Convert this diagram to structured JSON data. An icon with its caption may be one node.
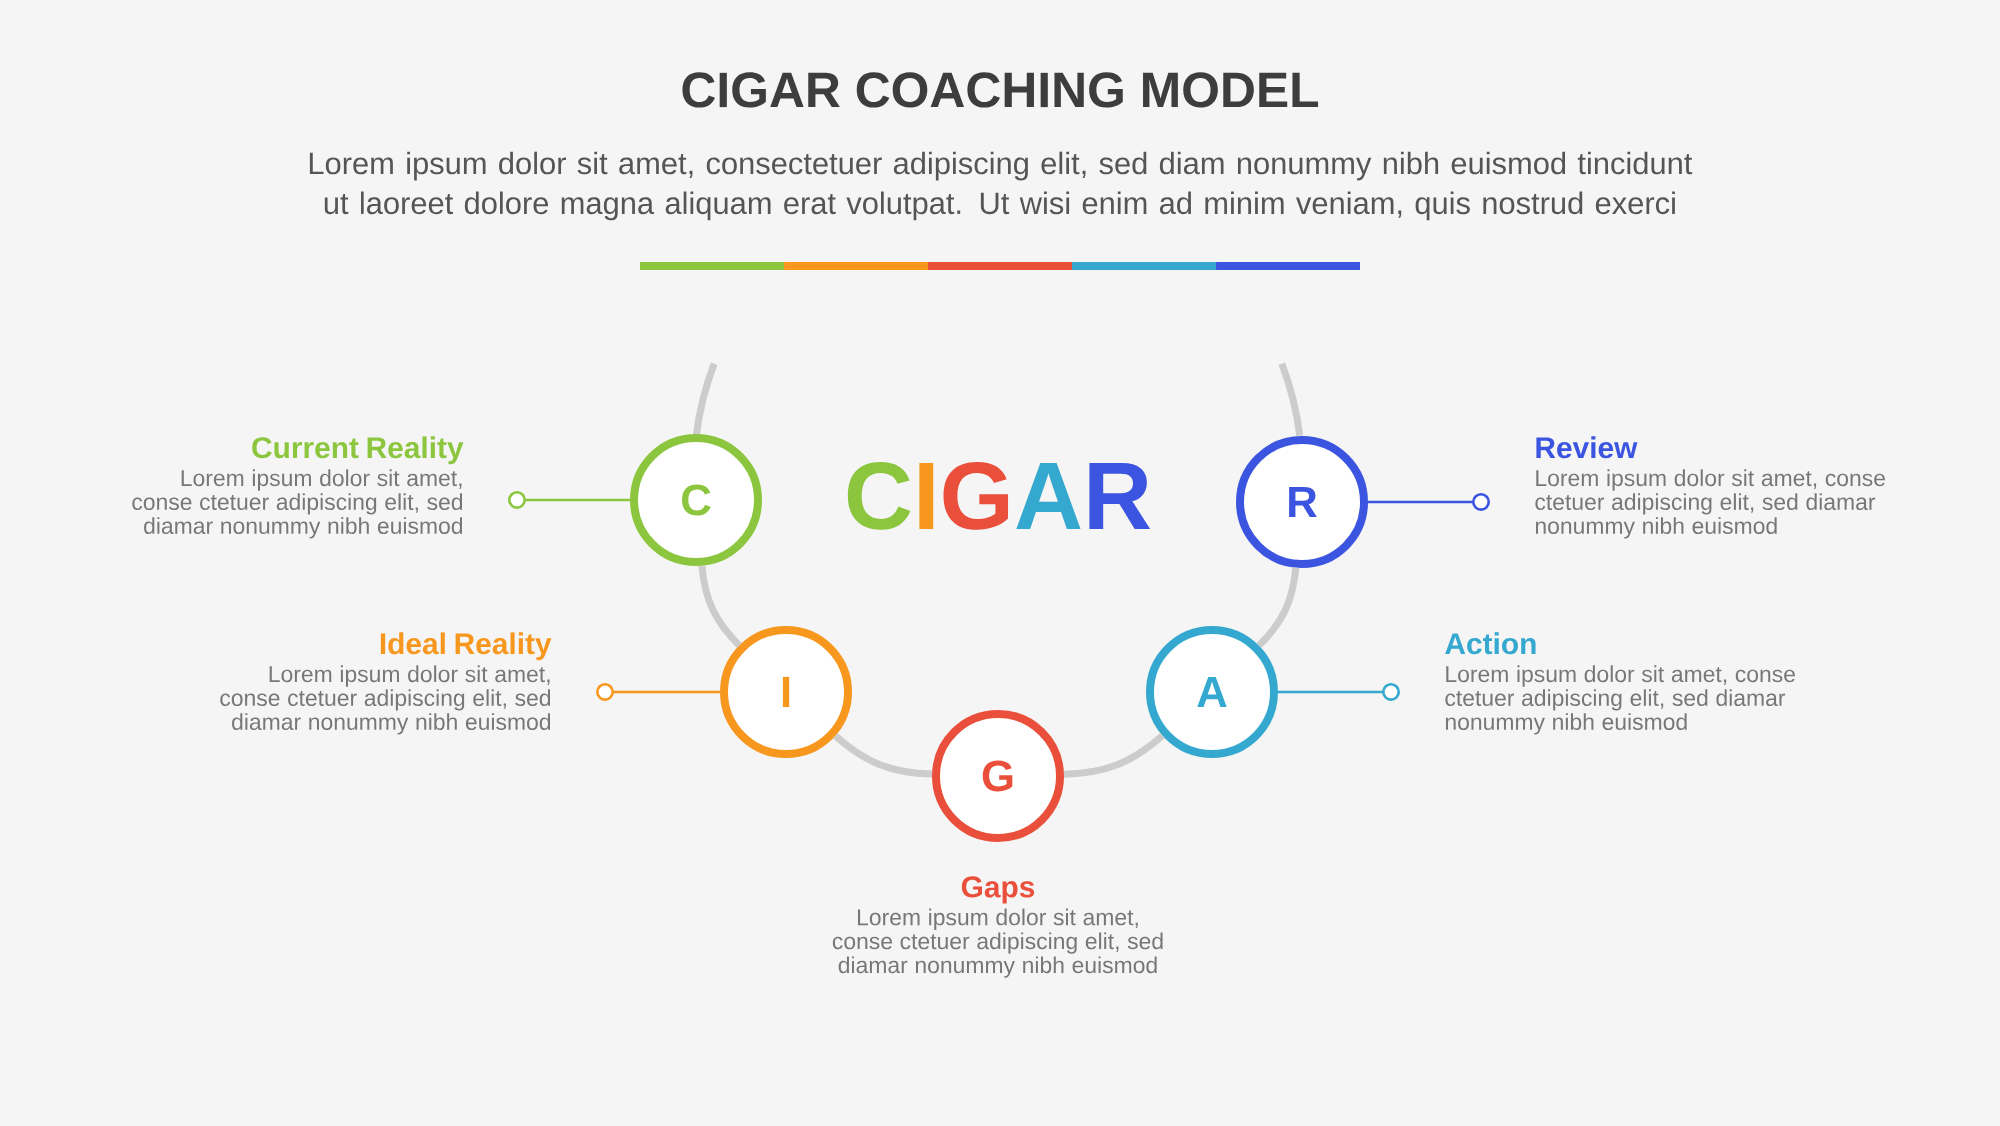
{
  "diagram": {
    "title": "CIGAR COACHING MODEL",
    "nodes": [
      {
        "text": [
          "C"
        ]
      },
      {
        "text": [
          "Current Reality",
          "Lorem ipsum dolor sit amet, conse ctetuer adipiscing elit, sed diamar nonummy nibh euismod"
        ]
      },
      {
        "text": [
          "I"
        ]
      },
      {
        "text": [
          "Ideal Reality",
          "Lorem ipsum dolor sit amet, conse ctetuer adipiscing elit, sed diamar nonummy nibh euismod"
        ]
      },
      {
        "text": [
          "G"
        ],
        "beside": [
          "Gaps",
          "Lorem ipsum dolor sit amet, conse ctetuer adipiscing elit, sed diamar nonummy nibh euismod"
        ]
      },
      {
        "text": [
          "A"
        ]
      },
      {
        "text": [
          "Action",
          "Lorem ipsum dolor sit amet, conse ctetuer adipiscing elit, sed diamar nonummy nibh euismod"
        ]
      },
      {
        "text": [
          "R"
        ]
      },
      {
        "text": [
          "Review",
          "Lorem ipsum dolor sit amet, conse ctetuer adipiscing elit, sed diamar nonummy nibh euismod"
        ]
      }
    ],
    "edges": [
      {
        "from": 0,
        "to": 1,
        "arrow": "other",
        "color": "#8cc63f"
      },
      {
        "from": 2,
        "to": 3,
        "arrow": "other",
        "color": "#f7971e"
      },
      {
        "from": 5,
        "to": 6,
        "arrow": "other",
        "color": "#35a8cf"
      },
      {
        "from": 7,
        "to": 8,
        "arrow": "other",
        "color": "#3b55e0"
      },
      {
        "from": 0,
        "to": 2,
        "arrow": "none",
        "color": "#cccccc",
        "style": "thick"
      },
      {
        "from": 2,
        "to": 4,
        "arrow": "none",
        "color": "#cccccc",
        "style": "thick"
      },
      {
        "from": 4,
        "to": 5,
        "arrow": "none",
        "color": "#cccccc",
        "style": "thick"
      },
      {
        "from": 5,
        "to": 7,
        "arrow": "none",
        "color": "#cccccc",
        "style": "thick"
      }
    ],
    "labels": [
      "Lorem ipsum dolor sit amet, consectetuer adipiscing elit, sed diam nonummy nibh euismod tincidunt ut laoreet dolore magna aliquam erat volutpat. Ut wisi enim ad minim veniam, quis nostrud exerci",
      "C",
      "I",
      "G",
      "A",
      "R"
    ]
  }
}
